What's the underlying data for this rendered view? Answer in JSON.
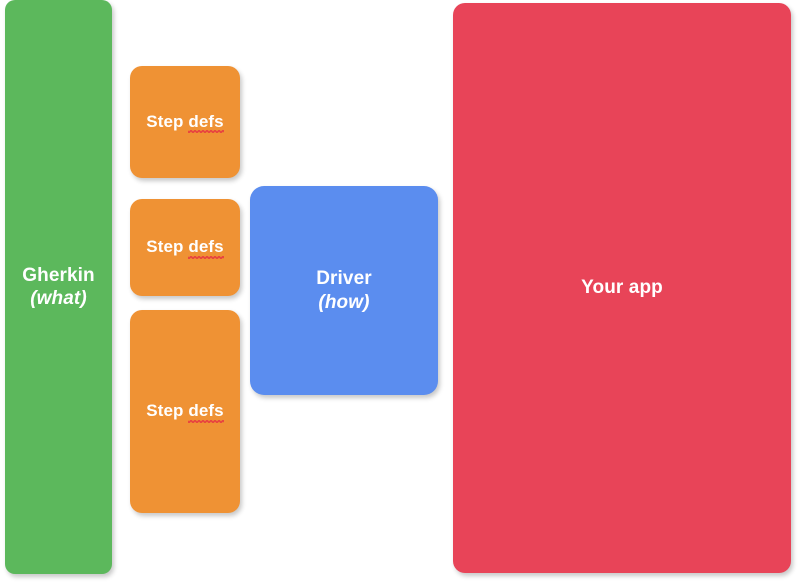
{
  "diagram": {
    "title": "BDD layered architecture diagram",
    "background_color": "#ffffff",
    "boxes": {
      "gherkin": {
        "line1": "Gherkin",
        "line2": "(what)",
        "color": "#5cb85c"
      },
      "step_defs_1": {
        "prefix": "Step ",
        "word": "defs",
        "color": "#ef9234"
      },
      "step_defs_2": {
        "prefix": "Step ",
        "word": "defs",
        "color": "#ef9234"
      },
      "step_defs_3": {
        "prefix": "Step ",
        "word": "defs",
        "color": "#ef9234"
      },
      "driver": {
        "line1": "Driver",
        "line2": "(how)",
        "color": "#5b8def"
      },
      "your_app": {
        "line1": "Your app",
        "color": "#e84458"
      }
    },
    "text_color": "#ffffff",
    "spellcheck_underline_color": "#e8473f"
  }
}
